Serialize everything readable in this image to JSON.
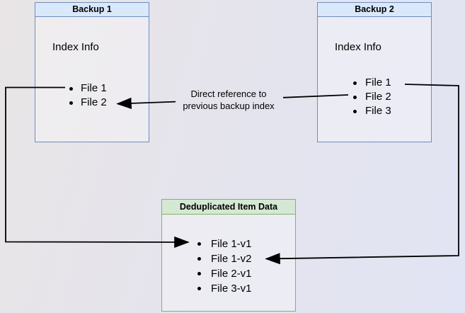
{
  "diagram": {
    "boxes": [
      {
        "id": "backup1",
        "title": "Backup 1",
        "body_label": "Index Info",
        "items": [
          "File 1",
          "File 2"
        ]
      },
      {
        "id": "backup2",
        "title": "Backup 2",
        "body_label": "Index Info",
        "items": [
          "File 1",
          "File 2",
          "File 3"
        ]
      },
      {
        "id": "dedup",
        "title": "Deduplicated Item Data",
        "items": [
          "File 1-v1",
          "File 1-v2",
          "File 2-v1",
          "File 3-v1"
        ]
      }
    ],
    "edge_label": {
      "line1": "Direct reference to",
      "line2": "previous backup index"
    },
    "colors": {
      "blue_border": "#6c8ebf",
      "blue_fill": "#dae8fc",
      "green_border": "#82b366",
      "green_fill": "#d5e8d4",
      "line_color": "#000000",
      "text_color": "#000000",
      "bg_left": "#e9e5e6",
      "bg_mid": "#e4e4ee",
      "bg_right": "#e1e4f4"
    }
  }
}
